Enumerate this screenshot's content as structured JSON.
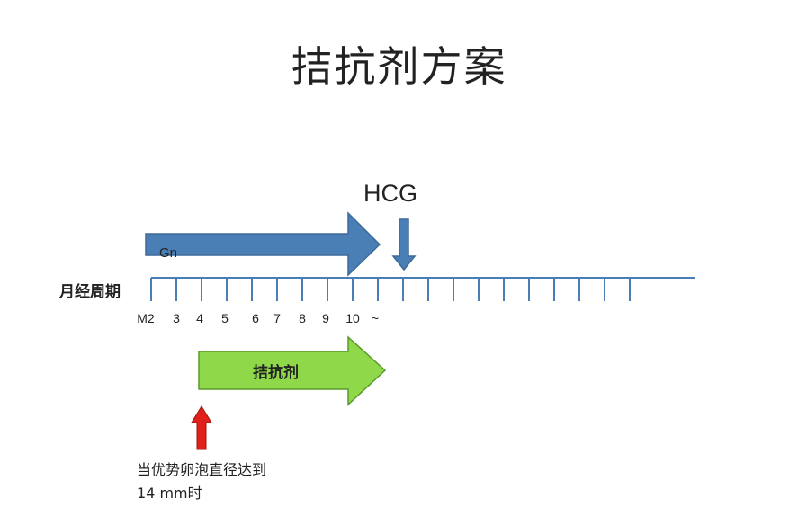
{
  "title": "拮抗剂方案",
  "axis_label": "月经周期",
  "hcg_label": "HCG",
  "gn_label": "Gn",
  "agonist_label": "拮抗剂",
  "tick_labels": [
    "M2",
    "3",
    "4",
    "5",
    "6",
    "7",
    "8",
    "9",
    "10",
    "~"
  ],
  "note_line1": "当优势卵泡直径达到",
  "note_line2": "14 mm时",
  "colors": {
    "axis": "#4a7fb5",
    "gn_arrow": "#4a7fb5",
    "hcg_arrow": "#4a7fb5",
    "agonist_arrow": "#8fd84a",
    "agonist_stroke": "#5a9a2a",
    "red_arrow": "#e0201a"
  }
}
